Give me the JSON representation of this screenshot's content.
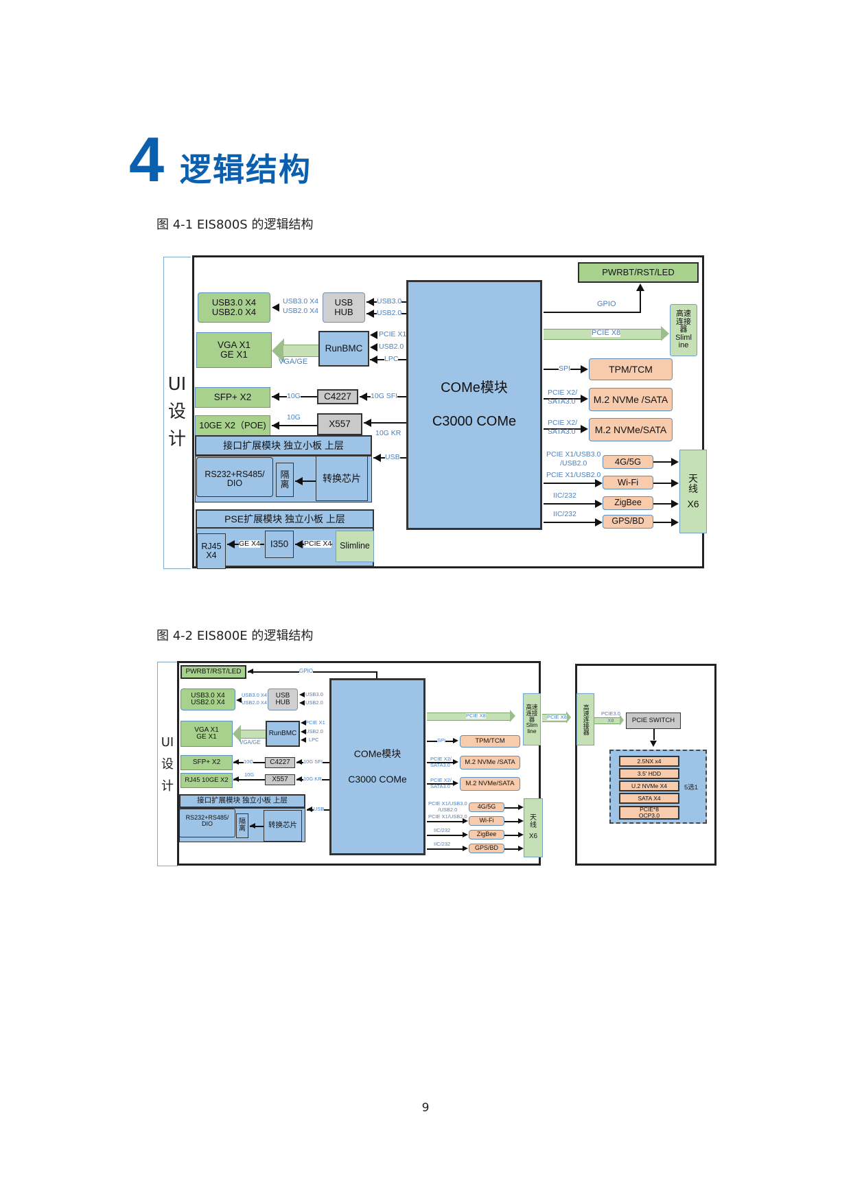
{
  "chapter": {
    "number": "4",
    "title": "逻辑结构"
  },
  "figure1": {
    "caption": "图 4-1 EIS800S 的逻辑结构",
    "ui_label": [
      "UI",
      "设",
      "计"
    ],
    "core": {
      "line1": "COMe模块",
      "line2": "C3000 COMe"
    },
    "left": {
      "usb_ports": [
        "USB3.0 X4",
        "USB2.0 X4"
      ],
      "usb_hub": [
        "USB",
        "HUB"
      ],
      "usb_hub_out": [
        "USB3.0 X4",
        "USB2.0 X4"
      ],
      "usb_hub_in": [
        "USB3.0",
        "USB2.0"
      ],
      "vga": [
        "VGA X1",
        "GE X1"
      ],
      "runbmc": "RunBMC",
      "runbmc_out": "VGA/GE",
      "runbmc_in": [
        "PCIE X1",
        "USB2.0",
        "LPC"
      ],
      "sfp": "SFP+ X2",
      "c4227": "C4227",
      "sfp_link": "10G",
      "c4227_in": "10G SFI",
      "ge10": "10GE X2（POE)",
      "x557": "X557",
      "ge10_link": "10G",
      "x557_in": "10G KR",
      "ifmod_title": "接口扩展模块  独立小板 上层",
      "rs232": [
        "RS232+RS485/",
        "DIO"
      ],
      "isolation": [
        "隔",
        "离"
      ],
      "converter": "转换芯片",
      "ifmod_in": "USB",
      "pse_title": "PSE扩展模块  独立小板 上层",
      "rj45": [
        "RJ45",
        "X4"
      ],
      "i350": "I350",
      "rj45_link": "GE X4",
      "i350_in": "PCIE X4",
      "slimline": "Slimline"
    },
    "right": {
      "pwr": "PWRBT/RST/LED",
      "gpio": "GPIO",
      "pcie_x8": "PCIE X8",
      "hs_connector": [
        "高速",
        "连接",
        "器",
        "Sliml",
        "ine"
      ],
      "tpm": "TPM/TCM",
      "spi": "SPI",
      "m2a": "M.2 NVMe /SATA",
      "m2a_link": [
        "PCIE X2/",
        "SATA3.0"
      ],
      "m2b": "M.2 NVMe/SATA",
      "m2b_link": [
        "PCIE X2/",
        "SATA3.0"
      ],
      "g45": "4G/5G",
      "g45_link": [
        "PCIE X1/USB3.0",
        "/USB2.0"
      ],
      "wifi": "Wi-Fi",
      "wifi_link": "PCIE X1/USB2.0",
      "zigbee": "ZigBee",
      "zigbee_link": "IIC/232",
      "gps": "GPS/BD",
      "gps_link": "IIC/232",
      "antenna": [
        "天",
        "线",
        "X6"
      ]
    }
  },
  "figure2": {
    "caption": "图 4-2 EIS800E 的逻辑结构",
    "ui_label": [
      "UI",
      "设",
      "计"
    ],
    "core": {
      "line1": "COMe模块",
      "line2": "C3000 COMe"
    },
    "left": {
      "pwr": "PWRBT/RST/LED",
      "gpio": "GPIO",
      "usb_ports": [
        "USB3.0 X4",
        "USB2.0 X4"
      ],
      "usb_hub": [
        "USB",
        "HUB"
      ],
      "usb_hub_out": [
        "USB3.0 X4",
        "USB2.0 X4"
      ],
      "usb_hub_in": [
        "USB3.0",
        "USB2.0"
      ],
      "vga": [
        "VGA X1",
        "GE X1"
      ],
      "runbmc": "RunBMC",
      "runbmc_out": "VGA/GE",
      "runbmc_in": [
        "PCIE X1",
        "USB2.0",
        "LPC"
      ],
      "sfp": "SFP+ X2",
      "c4227": "C4227",
      "sfp_link": "10G",
      "c4227_in": "10G SFI",
      "ge10": "RJ45 10GE X2",
      "x557": "X557",
      "ge10_link": "10G",
      "x557_in": "10G KR",
      "ifmod_title": "接口扩展模块  独立小板 上层",
      "rs232": [
        "RS232+RS485/",
        "DIO"
      ],
      "isolation": [
        "隔",
        "离"
      ],
      "converter": "转换芯片",
      "ifmod_in": "USB"
    },
    "right": {
      "pcie_x8": "PCIE X8",
      "hs_connector": [
        "高速",
        "连接",
        "器",
        "Slim",
        "line"
      ],
      "tpm": "TPM/TCM",
      "spi": "SPI",
      "m2a": "M.2 NVMe /SATA",
      "m2a_link": [
        "PCIE X2/",
        "SATA3.0"
      ],
      "m2b": "M.2 NVMe/SATA",
      "m2b_link": [
        "PCIE X2/",
        "SATA3.0"
      ],
      "g45": "4G/5G",
      "g45_link": [
        "PCIE X1/USB3.0",
        "/USB2.0"
      ],
      "wifi": "Wi-Fi",
      "wifi_link": "PCIE X1/USB2.0",
      "zigbee": "ZigBee",
      "zigbee_link": "IIC/232",
      "gps": "GPS/BD",
      "gps_link": "IIC/232",
      "antenna": [
        "天",
        "线",
        "X6"
      ]
    },
    "expansion": {
      "link_out": "PCIE X8",
      "hs_connector": "高速连接器",
      "switch_link": [
        "PCIE3.0",
        "X8"
      ],
      "switch": "PCIE  SWITCH",
      "options": [
        "2.5NX x4",
        "3.5' HDD",
        "U.2 NVMe X4",
        "SATA X4",
        "PCIE*8\nOCP3.0"
      ],
      "choice": "5选1"
    }
  },
  "page_number": "9"
}
